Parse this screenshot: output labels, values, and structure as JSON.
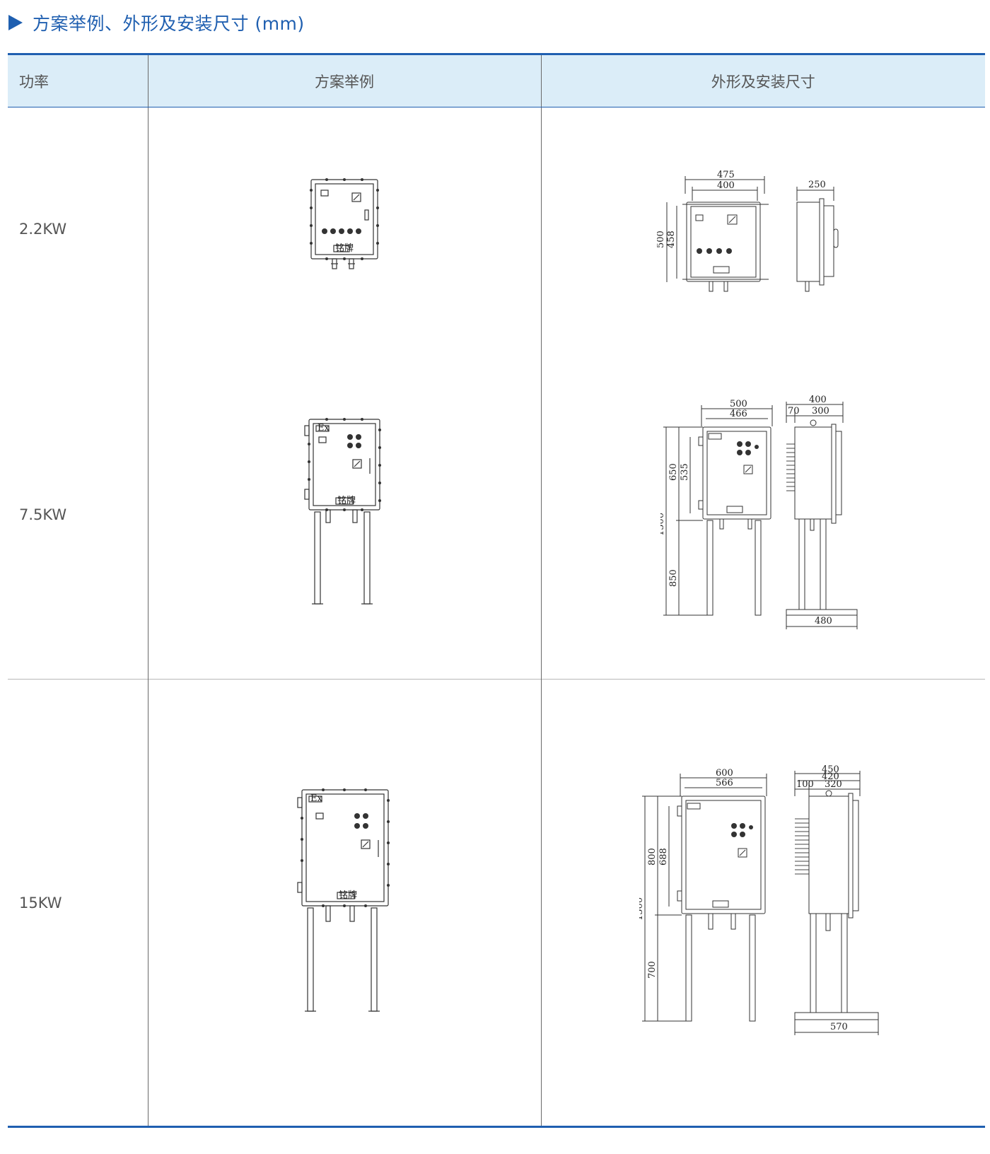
{
  "section_title": "方案举例、外形及安装尺寸 (mm)",
  "table": {
    "headers": [
      "功率",
      "方案举例",
      "外形及安装尺寸"
    ],
    "rows": [
      {
        "power": "2.2KW",
        "dims": {
          "width_outer": "475",
          "width_inner": "400",
          "height_outer": "500",
          "height_inner": "458",
          "depth": "250"
        },
        "nameplate": "铭牌"
      },
      {
        "power": "7.5KW",
        "dims": {
          "width_outer": "500",
          "width_inner": "466",
          "height_outer": "650",
          "height_inner": "535",
          "total_height": "1500",
          "leg_height": "850",
          "depth_total": "400",
          "depth_flange": "70",
          "depth_body": "300",
          "base_width": "480"
        },
        "nameplate": "铭牌"
      },
      {
        "power": "15KW",
        "dims": {
          "width_outer": "600",
          "width_inner": "566",
          "height_outer": "800",
          "height_inner": "688",
          "total_height": "1500",
          "leg_height": "700",
          "depth_total": "450",
          "depth_mid": "420",
          "depth_flange": "100",
          "depth_body": "320",
          "base_width": "570"
        },
        "nameplate": "铭牌"
      }
    ]
  },
  "ex_mark": "Ex",
  "colors": {
    "accent": "#1f5fb0",
    "header_bg": "#dbedf8",
    "line": "#333333"
  }
}
